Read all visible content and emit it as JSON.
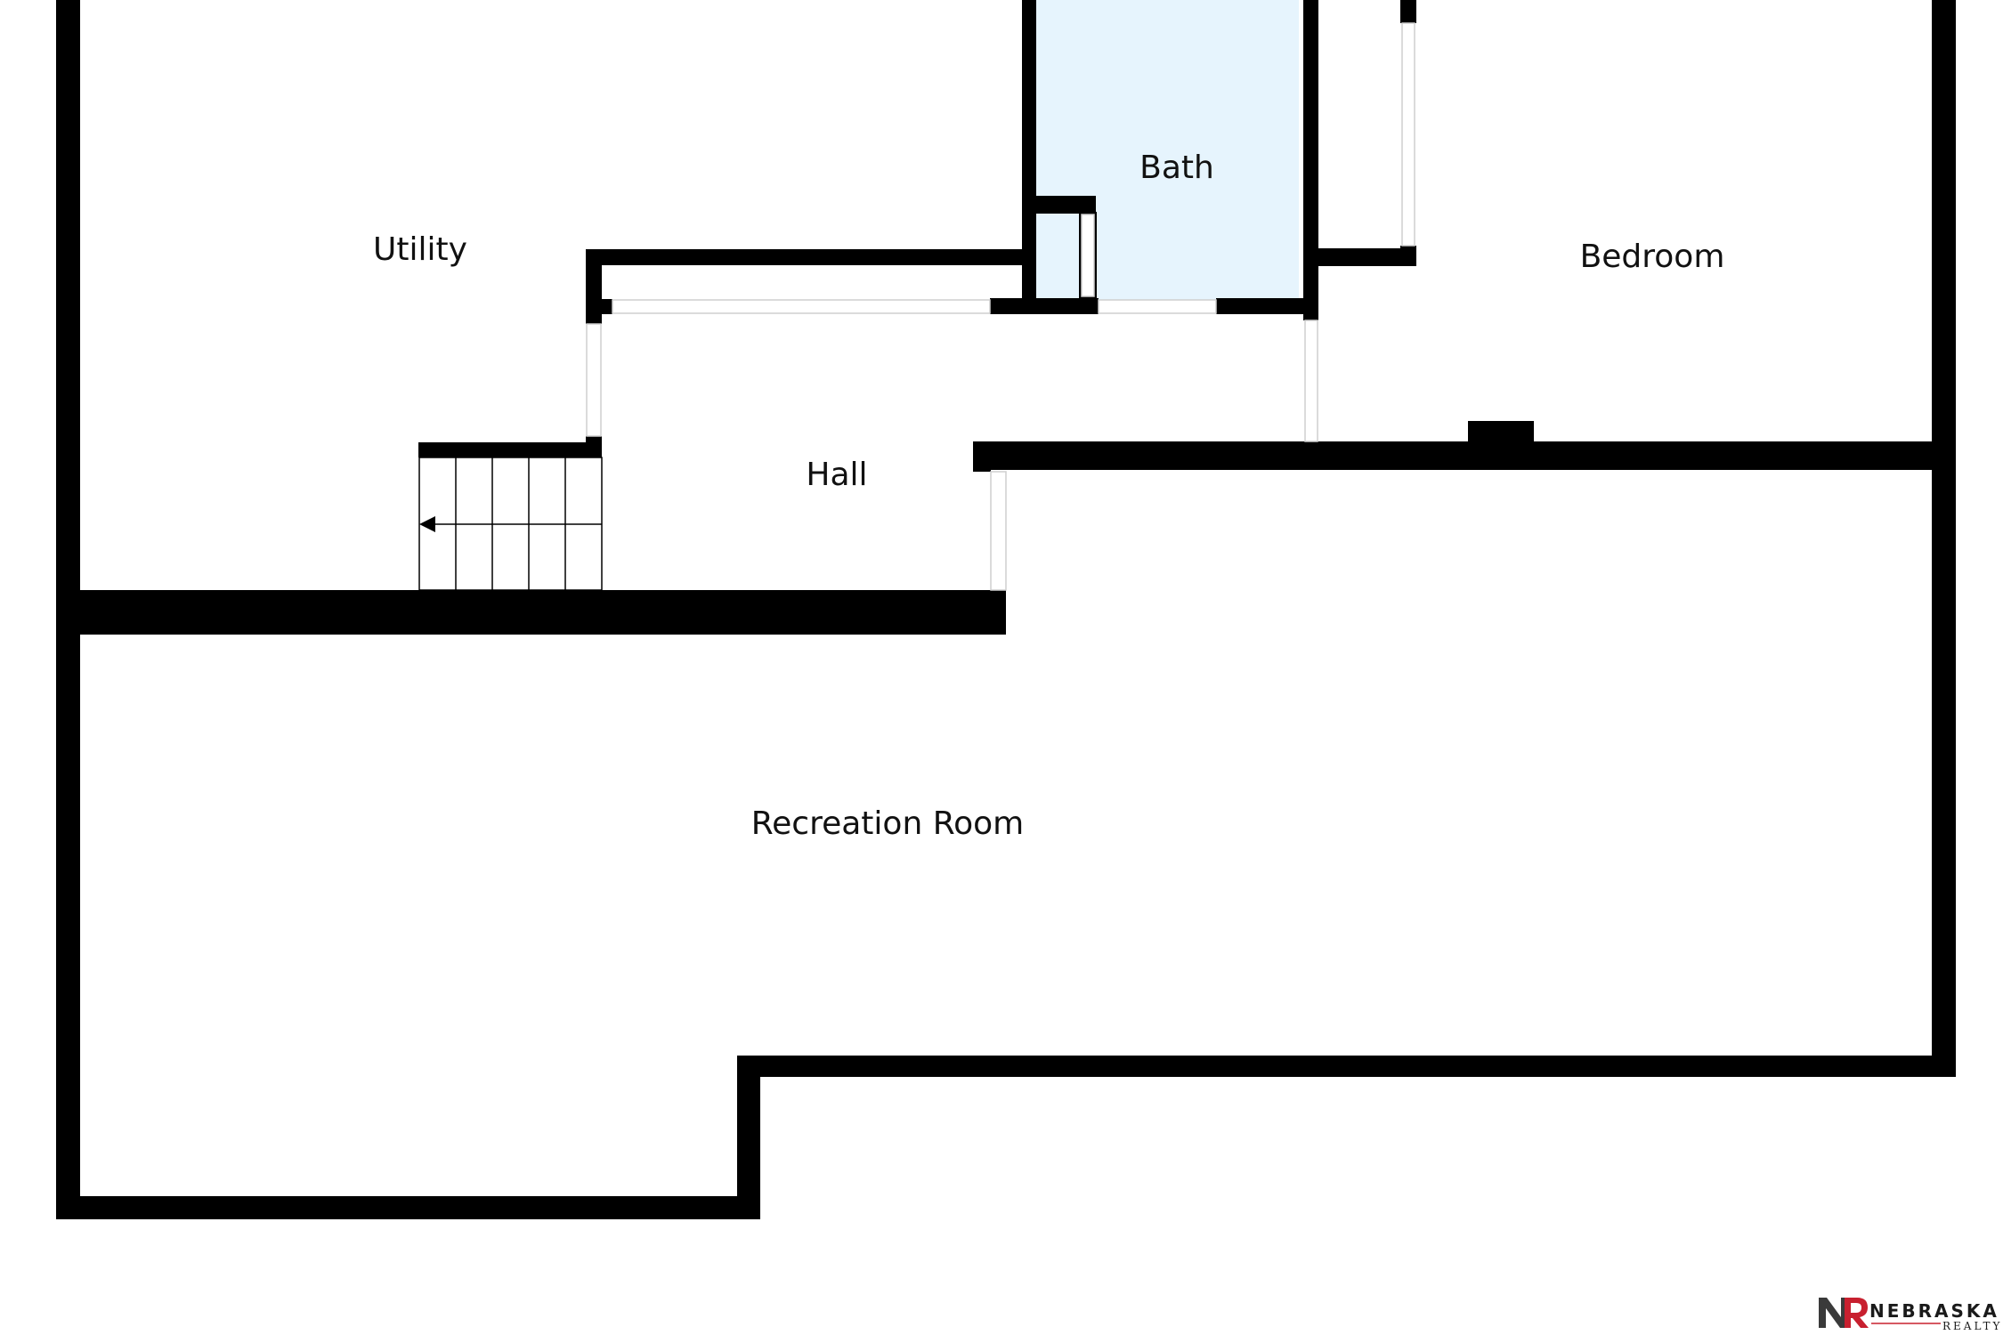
{
  "rooms": {
    "utility": "Utility",
    "bath": "Bath",
    "bedroom": "Bedroom",
    "hall": "Hall",
    "recreation": "Recreation Room"
  },
  "colors": {
    "wall": "#000000",
    "bath_fill": "#e6f4fd",
    "background": "#ffffff",
    "logo_accent": "#c8202f"
  },
  "logo": {
    "name": "NEBRASKA",
    "sub": "REALTY"
  }
}
